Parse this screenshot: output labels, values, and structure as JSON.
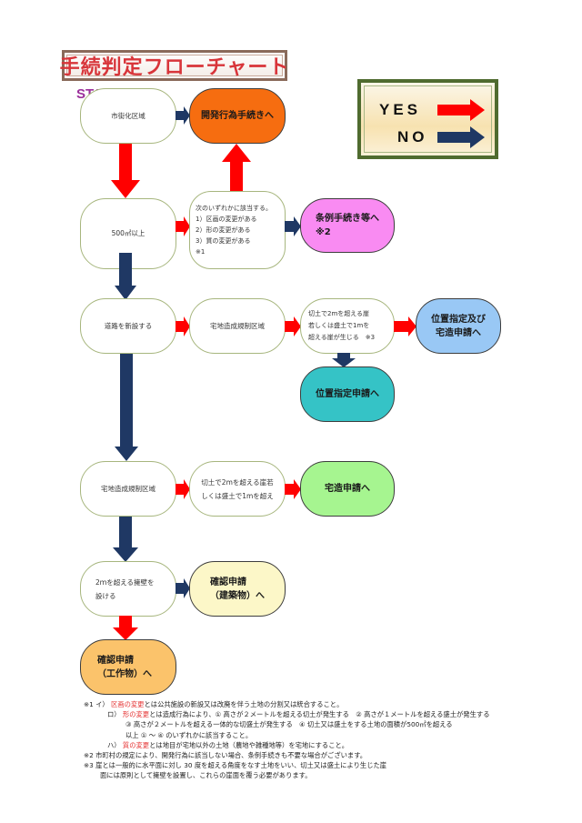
{
  "title": "手続判定フローチャート",
  "start_label": "START",
  "legend": {
    "yes_label": "YES",
    "no_label": "NO",
    "yes_color": "#ff0000",
    "no_color": "#1f3864"
  },
  "nodes": {
    "urbanization_area": "市街化区域",
    "development_procedure": "開発行為手続きへ",
    "over_500": "500㎡以上",
    "conditions": {
      "lead": "次のいずれかに該当する。",
      "items": [
        "1）区画の変更がある",
        "2）形の変更がある",
        "3）質の変更がある"
      ],
      "note": "※1"
    },
    "ordinance_procedure": {
      "line1": "条例手続き等へ",
      "line2": "※2"
    },
    "new_road": "道路を新設する",
    "housing_regulation_area_1": "宅地造成規制区域",
    "cliff_check_1": {
      "line1": "切土で2mを超える崖",
      "line2": "若しくは盛土で1mを",
      "line3": "超える崖が生じる　※3"
    },
    "position_and_housing": {
      "line1": "位置指定及び",
      "line2": "宅造申請へ"
    },
    "position_designation": "位置指定申請へ",
    "housing_regulation_area_2": "宅地造成規制区域",
    "cliff_check_2": {
      "line1": "切土で2mを超える崖若",
      "line2": "しくは盛土で1mを超え"
    },
    "housing_application": "宅造申請へ",
    "retaining_wall": {
      "line1": "2ｍを超える擁壁を",
      "line2": "設ける"
    },
    "confirm_building": {
      "line1": "確認申請",
      "line2": "（建築物）へ"
    },
    "confirm_structure": {
      "line1": "確認申請",
      "line2": "（工作物）へ"
    }
  },
  "node_colors": {
    "development_procedure": "#f66d10",
    "ordinance_procedure": "#f98bf2",
    "position_and_housing": "#99c8f5",
    "position_designation": "#35c3c6",
    "housing_application": "#a6f590",
    "confirm_building": "#fcf7c8",
    "confirm_structure": "#fbc36b"
  },
  "footnotes": {
    "n1_a_prefix": "※1 イ）",
    "n1_a_term": "区画の変更",
    "n1_a_rest": "とは公共施設の新設又は改廃を伴う土地の分割又は統合すること。",
    "n1_b_prefix": "ロ）",
    "n1_b_term": "形の変更",
    "n1_b_rest": "とは造成行為により、① 高さが２メートルを超える切土が発生する　② 高さが１メートルを超える盛土が発生する",
    "n1_b_line2": "③ 高さが２メートルを超える一体的な切盛土が発生する　④ 切土又は盛土をする土地の面積が500㎡を超える",
    "n1_b_line3": "以上 ① ～ ④ のいずれかに該当すること。",
    "n1_c_prefix": "ハ）",
    "n1_c_term": "質の変更",
    "n1_c_rest": "とは地目が宅地以外の土地（農地や雑種地等）を宅地にすること。",
    "n2": "※2 市町村の規定により、開発行為に該当しない場合、条例手続きも不要な場合がございます。",
    "n3_line1": "※3 崖とは一般的に水平面に対し 30 度を超える角度をなす土地をいい、切土又は盛土により生じた崖",
    "n3_line2": "面には原則として擁壁を設置し、これらの崖面を覆う必要があります。"
  }
}
